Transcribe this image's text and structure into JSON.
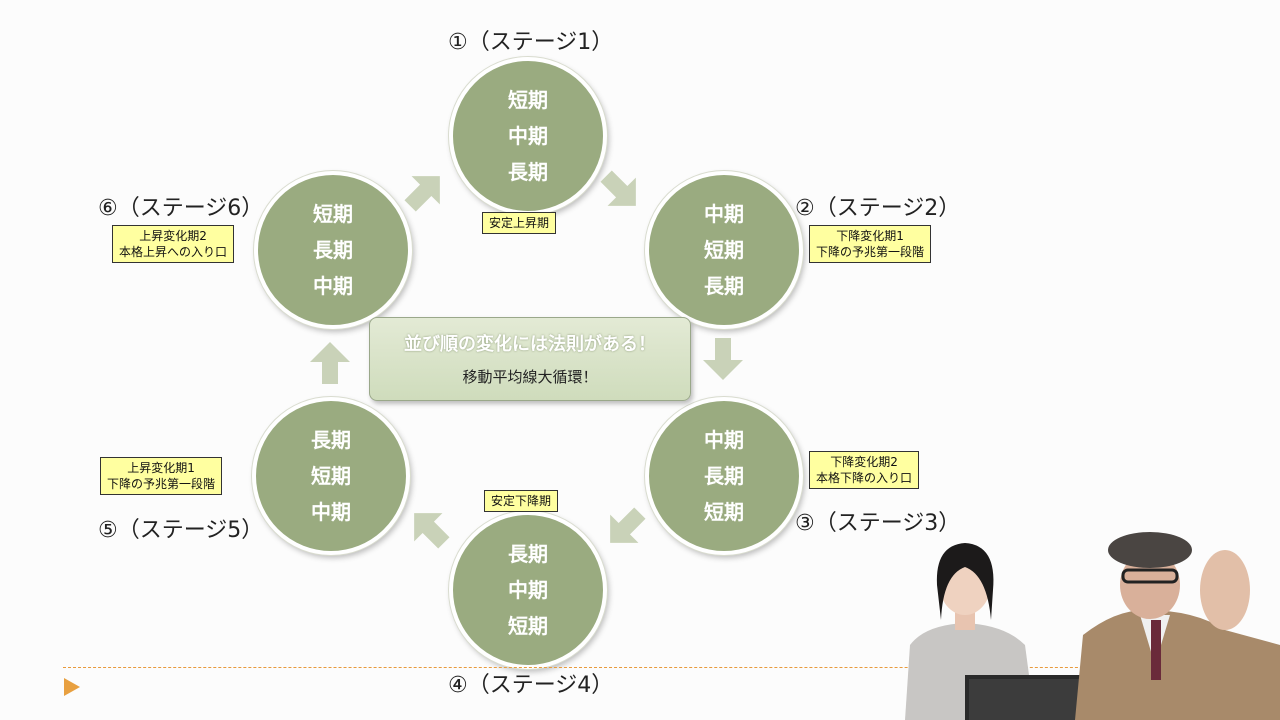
{
  "stages": [
    {
      "label": "①（ステージ1）",
      "lines": [
        "短期",
        "中期",
        "長期"
      ]
    },
    {
      "label": "②（ステージ2）",
      "lines": [
        "中期",
        "短期",
        "長期"
      ]
    },
    {
      "label": "③（ステージ3）",
      "lines": [
        "中期",
        "長期",
        "短期"
      ]
    },
    {
      "label": "④（ステージ4）",
      "lines": [
        "長期",
        "中期",
        "短期"
      ]
    },
    {
      "label": "⑤（ステージ5）",
      "lines": [
        "長期",
        "短期",
        "中期"
      ]
    },
    {
      "label": "⑥（ステージ6）",
      "lines": [
        "短期",
        "長期",
        "中期"
      ]
    }
  ],
  "notes": {
    "stage1": "安定上昇期",
    "stage2": [
      "下降変化期1",
      "下降の予兆第一段階"
    ],
    "stage3": [
      "下降変化期2",
      "本格下降の入り口"
    ],
    "stage4": "安定下降期",
    "stage5": [
      "上昇変化期1",
      "下降の予兆第一段階"
    ],
    "stage6": [
      "上昇変化期2",
      "本格上昇への入り口"
    ]
  },
  "center": {
    "title": "並び順の変化には法則がある！",
    "subtitle": "移動平均線大循環！"
  },
  "colors": {
    "circle_fill": "#9aab80",
    "note_fill": "#ffffa0",
    "arrow_fill": "#c9d2b8",
    "timeline": "#e89a3c"
  }
}
